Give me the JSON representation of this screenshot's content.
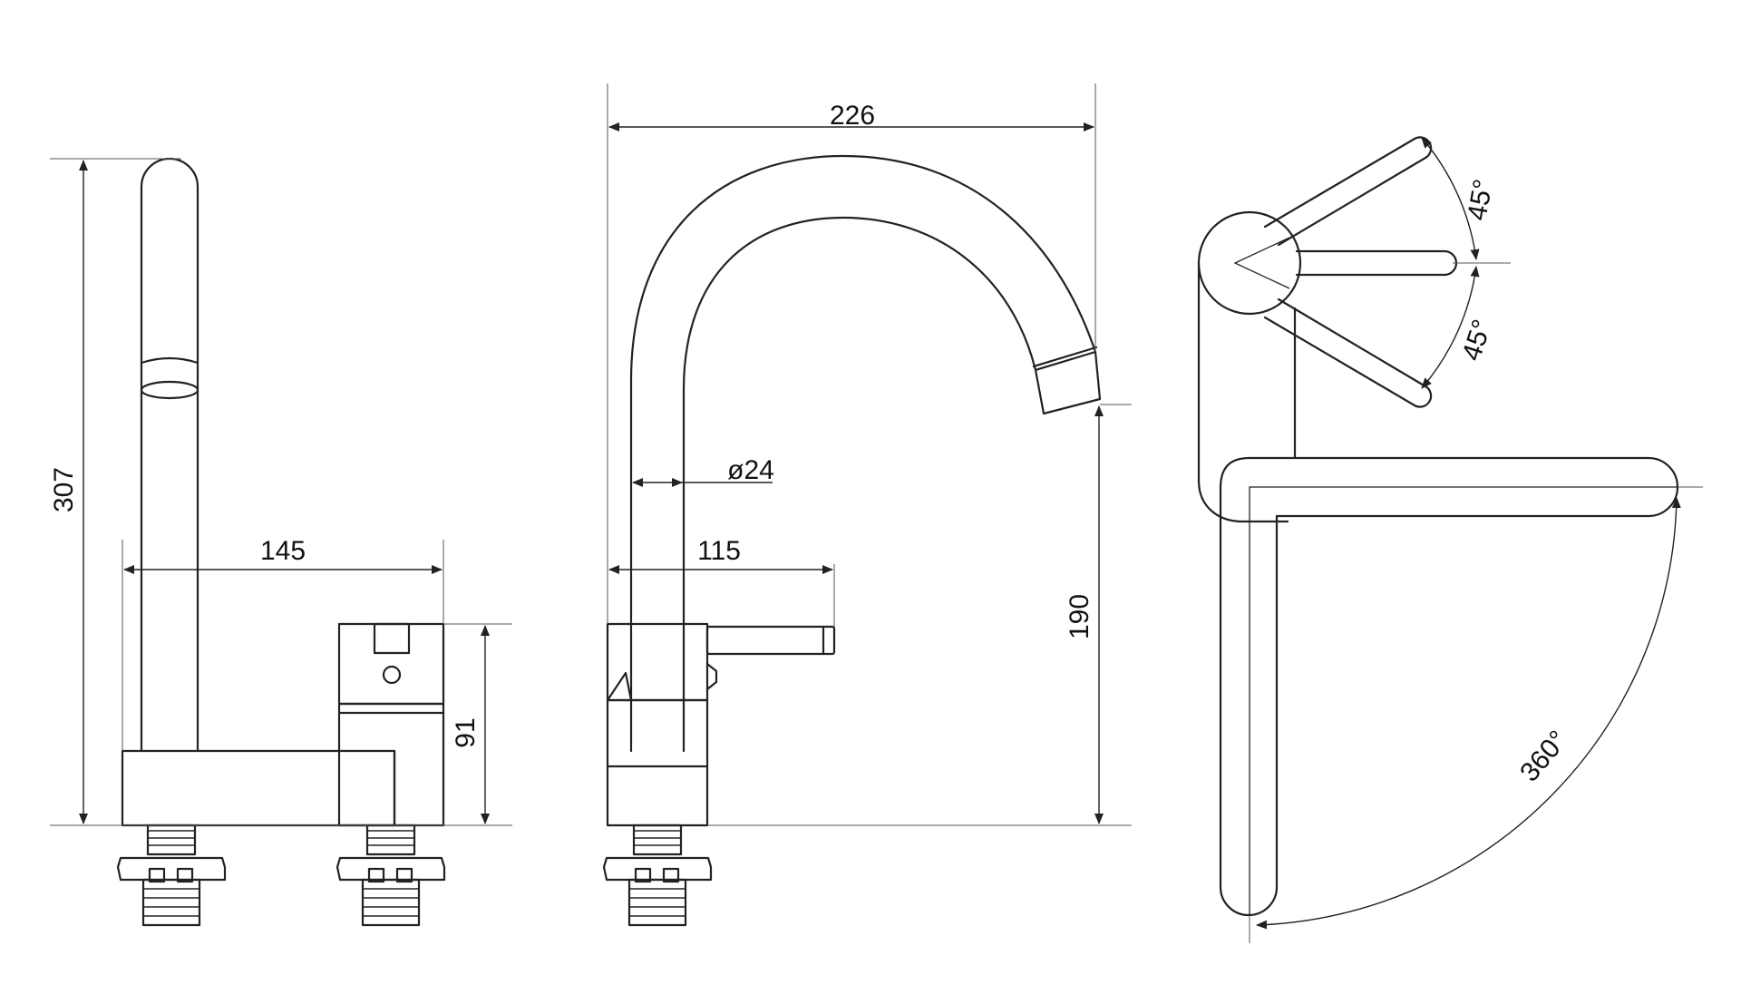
{
  "colors": {
    "line": "#222222",
    "background": "#ffffff"
  },
  "side_view": {
    "height_label": "307",
    "spread_label": "145",
    "lever_height_label": "91"
  },
  "front_view": {
    "reach_label": "226",
    "diameter_label": "ø24",
    "lever_reach_label": "115",
    "outlet_height_label": "190"
  },
  "top_view": {
    "lever_up_angle_label": "45°",
    "lever_down_angle_label": "45°",
    "swivel_angle_label": "360°"
  }
}
